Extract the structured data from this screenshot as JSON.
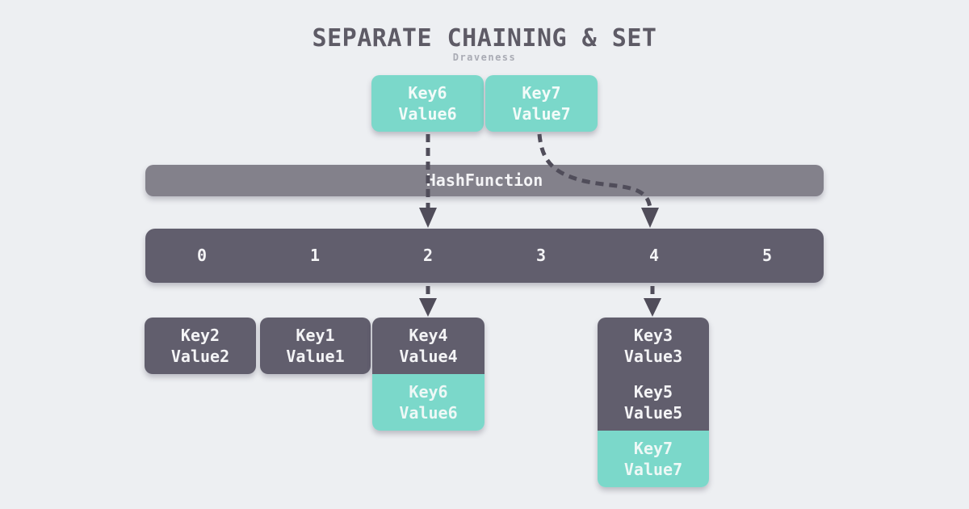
{
  "title": "SEPARATE CHAINING & SET",
  "subtitle": "Draveness",
  "colors": {
    "background": "#edeff2",
    "accent_teal": "#7bd8ca",
    "dark_slate": "#615e6d",
    "mid_gray": "#83818b",
    "arrow": "#504d5a",
    "title_text": "#5e5b66",
    "box_text": "#f4f4f6"
  },
  "incoming": [
    {
      "key": "Key6",
      "value": "Value6"
    },
    {
      "key": "Key7",
      "value": "Value7"
    }
  ],
  "hash_function_label": "HashFunction",
  "buckets": [
    "0",
    "1",
    "2",
    "3",
    "4",
    "5"
  ],
  "chains": [
    {
      "bucket_index": "0",
      "cells": [
        {
          "key": "Key2",
          "value": "Value2",
          "highlight": false
        }
      ]
    },
    {
      "bucket_index": "1",
      "cells": [
        {
          "key": "Key1",
          "value": "Value1",
          "highlight": false
        }
      ]
    },
    {
      "bucket_index": "2",
      "cells": [
        {
          "key": "Key4",
          "value": "Value4",
          "highlight": false
        },
        {
          "key": "Key6",
          "value": "Value6",
          "highlight": true
        }
      ]
    },
    {
      "bucket_index": "4",
      "cells": [
        {
          "key": "Key3",
          "value": "Value3",
          "highlight": false
        },
        {
          "key": "Key5",
          "value": "Value5",
          "highlight": false
        },
        {
          "key": "Key7",
          "value": "Value7",
          "highlight": true
        }
      ]
    }
  ],
  "edges": [
    {
      "from": "Key6",
      "to": "bucket-2",
      "style": "dashed-arrow"
    },
    {
      "from": "Key7",
      "to": "bucket-4",
      "style": "dashed-arrow-curved"
    },
    {
      "from": "bucket-2",
      "to": "chain-bucket-2",
      "style": "dashed-arrow"
    },
    {
      "from": "bucket-4",
      "to": "chain-bucket-4",
      "style": "dashed-arrow"
    }
  ]
}
